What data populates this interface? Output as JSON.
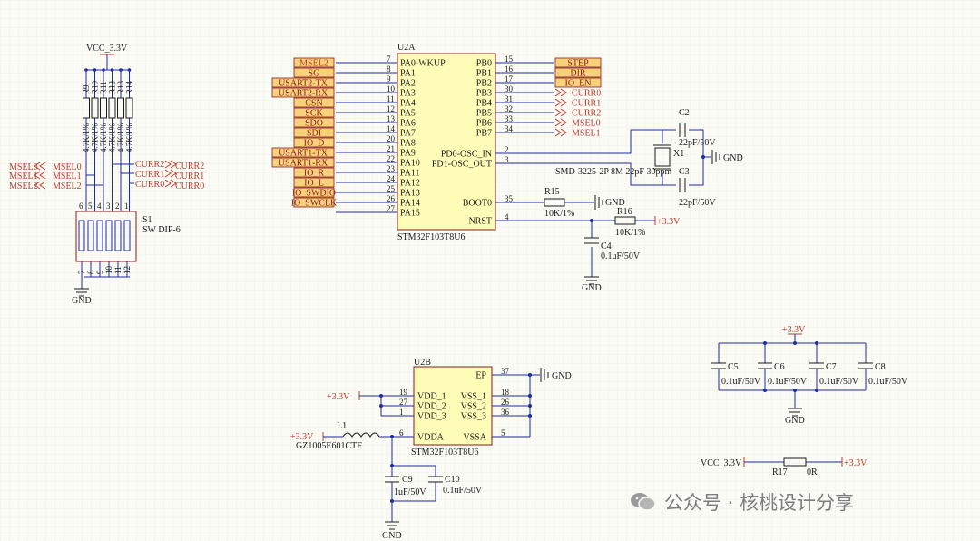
{
  "watermark": "公众号 · 核桃设计分享",
  "u2a": {
    "ref": "U2A",
    "part": "STM32F103T8U6",
    "left_pins": [
      {
        "name": "PA0-WKUP",
        "num": "7",
        "net": "MSEL2"
      },
      {
        "name": "PA1",
        "num": "8",
        "net": "SG"
      },
      {
        "name": "PA2",
        "num": "9",
        "net": "USART2-TX"
      },
      {
        "name": "PA3",
        "num": "10",
        "net": "USART2-RX"
      },
      {
        "name": "PA4",
        "num": "11",
        "net": "CSN"
      },
      {
        "name": "PA5",
        "num": "12",
        "net": "SCK"
      },
      {
        "name": "PA6",
        "num": "13",
        "net": "SDO"
      },
      {
        "name": "PA7",
        "num": "14",
        "net": "SDI"
      },
      {
        "name": "PA8",
        "num": "20",
        "net": "IO_D"
      },
      {
        "name": "PA9",
        "num": "21",
        "net": "USART1-TX"
      },
      {
        "name": "PA10",
        "num": "22",
        "net": "USART1-RX"
      },
      {
        "name": "PA11",
        "num": "23",
        "net": "IO_R"
      },
      {
        "name": "PA12",
        "num": "24",
        "net": "IO_L"
      },
      {
        "name": "PA13",
        "num": "25",
        "net": "IO_SWDIO"
      },
      {
        "name": "PA14",
        "num": "26",
        "net": "IO_SWCLK"
      },
      {
        "name": "PA15",
        "num": "27",
        "net": ""
      }
    ],
    "right_pins": [
      {
        "name": "PB0",
        "num": "15",
        "net": "STEP"
      },
      {
        "name": "PB1",
        "num": "16",
        "net": "DIR"
      },
      {
        "name": "PB2",
        "num": "17",
        "net": "IO_EN"
      },
      {
        "name": "PB3",
        "num": "30",
        "net": "CURR0"
      },
      {
        "name": "PB4",
        "num": "31",
        "net": "CURR1"
      },
      {
        "name": "PB5",
        "num": "32",
        "net": "CURR2"
      },
      {
        "name": "PB6",
        "num": "33",
        "net": "MSEL0"
      },
      {
        "name": "PB7",
        "num": "34",
        "net": "MSEL1"
      },
      {
        "name": "PD0-OSC_IN",
        "num": "2",
        "net": ""
      },
      {
        "name": "PD1-OSC_OUT",
        "num": "3",
        "net": ""
      },
      {
        "name": "BOOT0",
        "num": "35",
        "net": ""
      },
      {
        "name": "NRST",
        "num": "4",
        "net": ""
      }
    ]
  },
  "u2b": {
    "ref": "U2B",
    "part": "STM32F103T8U6",
    "left_pins": [
      {
        "name": "VDD_1",
        "num": "19"
      },
      {
        "name": "VDD_2",
        "num": "27"
      },
      {
        "name": "VDD_3",
        "num": "1"
      },
      {
        "name": "VDDA",
        "num": "6"
      }
    ],
    "right_pins": [
      {
        "name": "EP",
        "num": "37"
      },
      {
        "name": "VSS_1",
        "num": "18"
      },
      {
        "name": "VSS_2",
        "num": "26"
      },
      {
        "name": "VSS_3",
        "num": "36"
      },
      {
        "name": "VSSA",
        "num": "5"
      }
    ]
  },
  "resistor_array": {
    "supply": "VCC_3.3V",
    "refs": [
      "R9",
      "R10",
      "R11",
      "R12",
      "R13",
      "R14"
    ],
    "values": [
      "4.7K/1%",
      "4.7K/1%",
      "4.7K/1%",
      "4.7K/1%",
      "4.7K/1%",
      "4.7K/1%"
    ],
    "left_nets": [
      "MSEL0",
      "MSEL1",
      "MSEL2"
    ],
    "left_nets_outer": [
      "MSEL0",
      "MSEL1",
      "MSEL2"
    ],
    "right_nets": [
      "CURR2",
      "CURR1",
      "CURR0"
    ],
    "right_nets_outer": [
      "CURR2",
      "CURR1",
      "CURR0"
    ]
  },
  "dip_switch": {
    "ref": "S1",
    "part": "SW DIP-6",
    "top_pins": [
      "6",
      "5",
      "4",
      "3",
      "2",
      "1"
    ],
    "bottom_pins": [
      "7",
      "8",
      "9",
      "10",
      "11",
      "12"
    ],
    "ground": "GND"
  },
  "crystal": {
    "ref": "X1",
    "part": "SMD-3225-2P 8M 22pF 30ppm",
    "c2": {
      "ref": "C2",
      "value": "22pF/50V"
    },
    "c3": {
      "ref": "C3",
      "value": "22pF/50V"
    },
    "ground": "GND"
  },
  "boot": {
    "ref": "R15",
    "value": "10K/1%",
    "ground": "GND"
  },
  "reset": {
    "ref": "R16",
    "value": "10K/1%",
    "supply": "+3.3V",
    "cap_ref": "C4",
    "cap_value": "0.1uF/50V",
    "ground": "GND"
  },
  "power_u2b": {
    "vdd_supply": "+3.3V",
    "vdda_supply": "+3.3V",
    "inductor_ref": "L1",
    "inductor_part": "GZ1005E601CTF",
    "c9": {
      "ref": "C9",
      "value": "1uF/50V"
    },
    "c10": {
      "ref": "C10",
      "value": "0.1uF/50V"
    },
    "ground": "GND",
    "ep_ground": "GND"
  },
  "decoupling": {
    "supply": "+3.3V",
    "caps": [
      {
        "ref": "C5",
        "value": "0.1uF/50V"
      },
      {
        "ref": "C6",
        "value": "0.1uF/50V"
      },
      {
        "ref": "C7",
        "value": "0.1uF/50V"
      },
      {
        "ref": "C8",
        "value": "0.1uF/50V"
      }
    ],
    "ground": "GND"
  },
  "link": {
    "left": "VCC_3.3V",
    "ref": "R17",
    "value": "0R",
    "right": "+3.3V"
  },
  "colors": {
    "wire": "#1f2aa8",
    "net": "#c0392b",
    "chip_fill": "#fffcb8",
    "port_fill": "#f7d27a",
    "grid": "#e7e7dc"
  }
}
